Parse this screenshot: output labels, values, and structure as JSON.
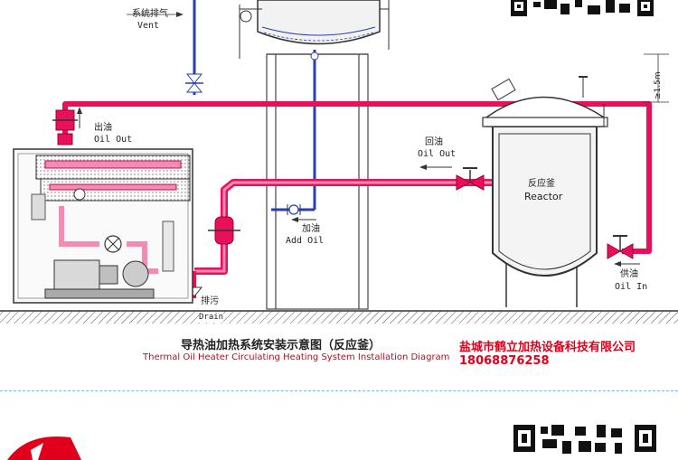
{
  "diagram": {
    "title_cn": "导热油加热系统安装示意图（反应釜）",
    "title_en": "Thermal Oil Heater Circulating Heating System Installation Diagram",
    "company": "盐城市鹤立加热设备科技有限公司",
    "phone": "18068876258",
    "labels": {
      "vent_cn": "系统排气",
      "vent_en": "Vent",
      "oil_out_cn": "出油",
      "oil_out_en": "Oil Out",
      "return_cn": "回油",
      "return_en": "Oil Out",
      "add_cn": "加油",
      "add_en": "Add Oil",
      "reactor_cn": "反应釜",
      "reactor_en": "Reactor",
      "supply_cn": "供油",
      "supply_en": "Oil In",
      "drain_cn": "排污",
      "drain_en": "Drain",
      "height_note": "≥1.5m"
    },
    "colors": {
      "hot_pipe": "#e8105a",
      "return_pipe": "#2a3fb0",
      "line": "#333333",
      "accent": "#e0001b"
    }
  }
}
